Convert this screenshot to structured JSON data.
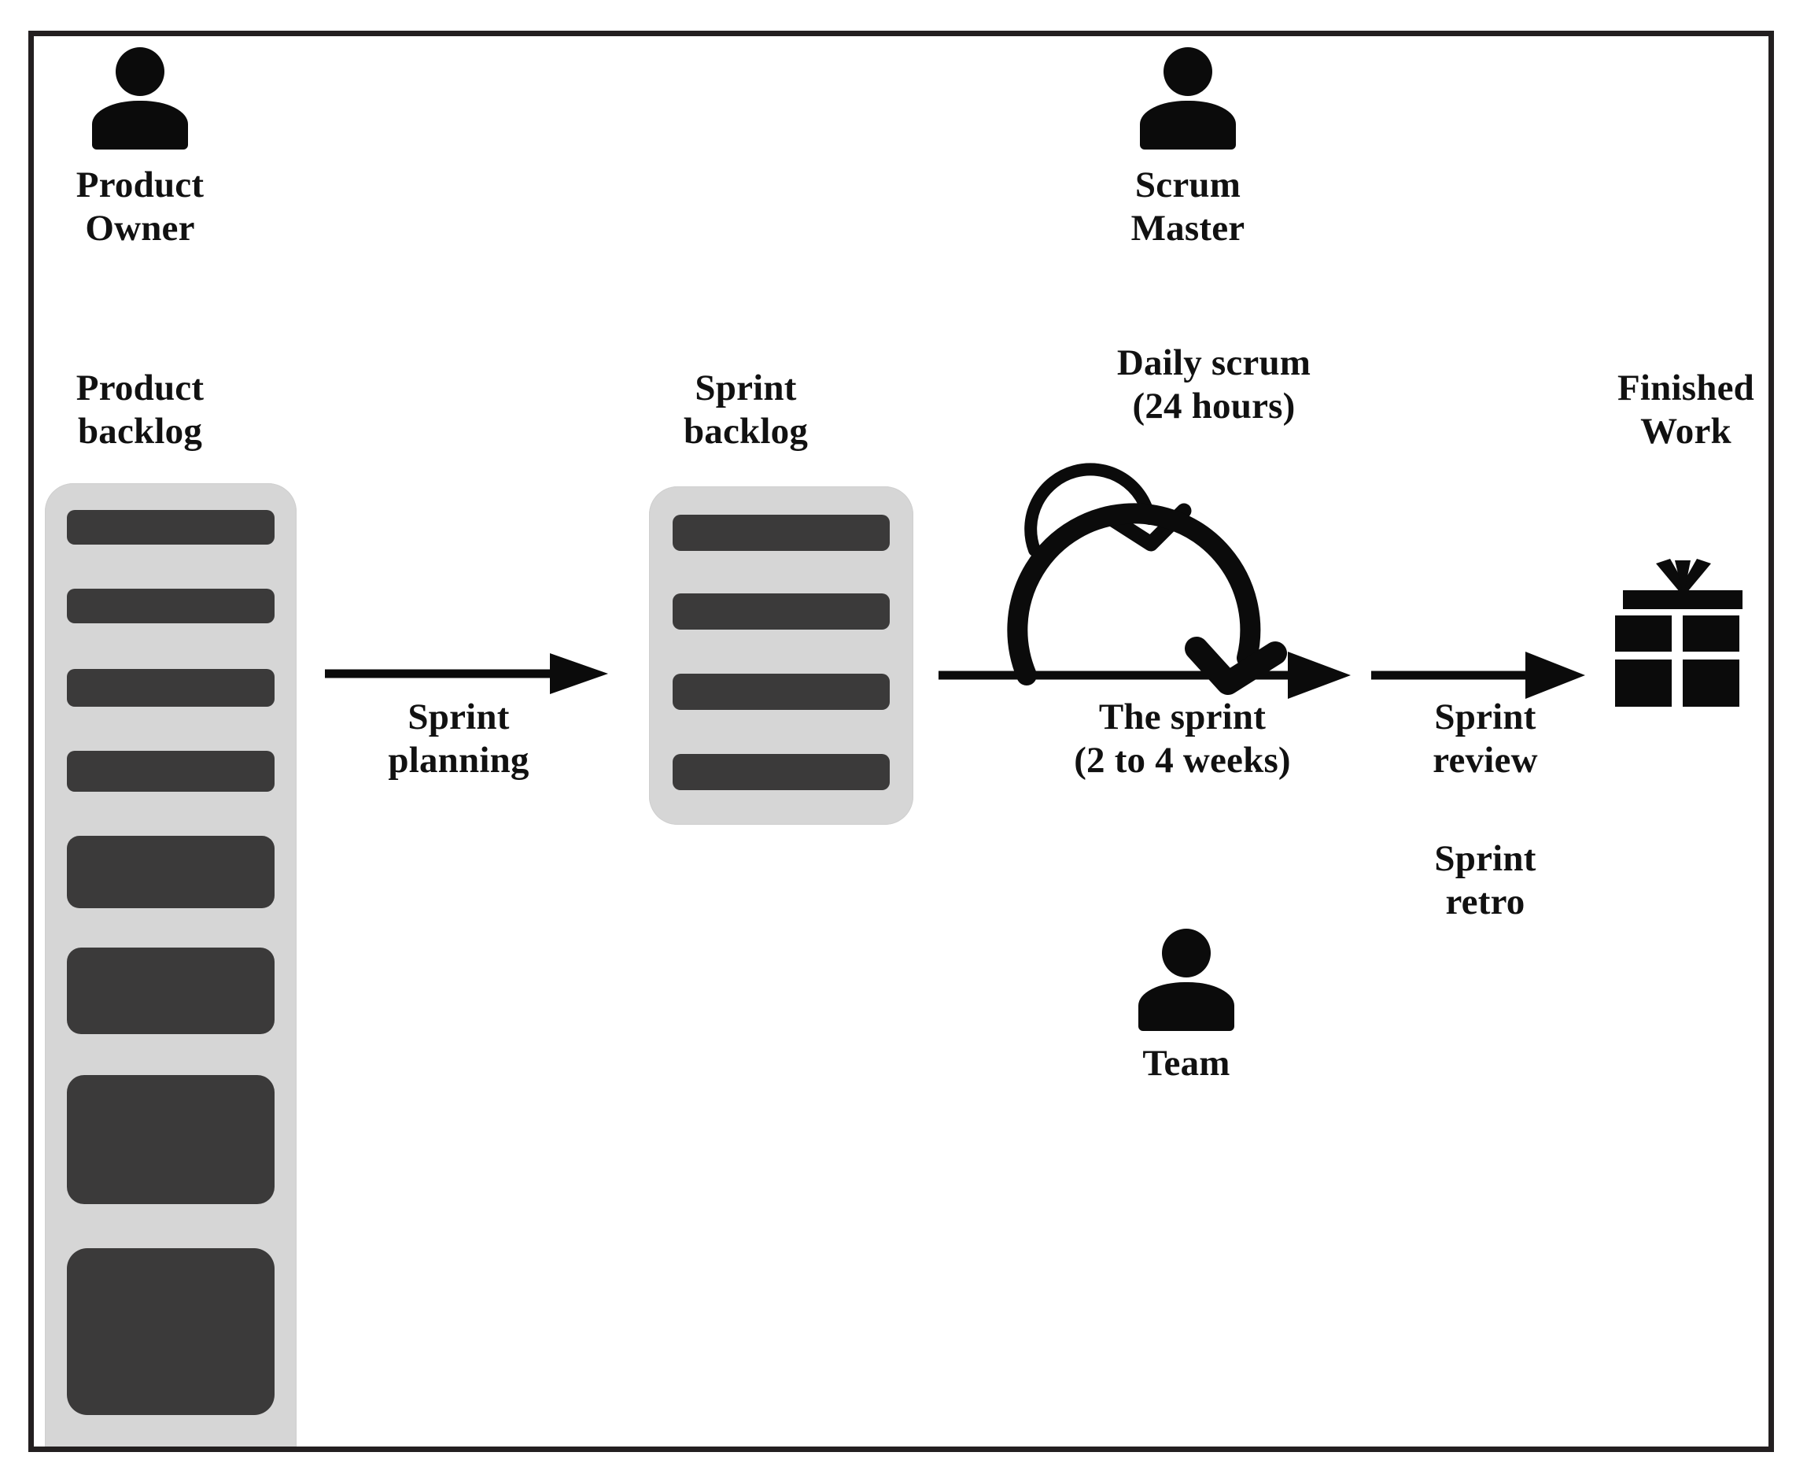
{
  "diagram": {
    "title": "Scrum framework process flow",
    "roles": [
      {
        "name": "product-owner",
        "label_line1": "Product",
        "label_line2": "Owner",
        "icon": "person-icon"
      },
      {
        "name": "scrum-master",
        "label_line1": "Scrum",
        "label_line2": "Master",
        "icon": "person-icon"
      },
      {
        "name": "team",
        "label_line1": "Team",
        "label_line2": "",
        "icon": "person-icon"
      }
    ],
    "artifacts": [
      {
        "name": "product-backlog",
        "label_line1": "Product",
        "label_line2": "backlog",
        "item_count": 8
      },
      {
        "name": "sprint-backlog",
        "label_line1": "Sprint",
        "label_line2": "backlog",
        "item_count": 4
      },
      {
        "name": "finished-work",
        "label_line1": "Finished",
        "label_line2": "Work",
        "icon": "gift-icon"
      }
    ],
    "events": [
      {
        "name": "sprint-planning",
        "label_line1": "Sprint",
        "label_line2": "planning"
      },
      {
        "name": "daily-scrum",
        "label_line1": "Daily scrum",
        "label_line2": "(24 hours)"
      },
      {
        "name": "the-sprint",
        "label_line1": "The sprint",
        "label_line2": "(2 to 4 weeks)"
      },
      {
        "name": "sprint-review",
        "label_line1": "Sprint",
        "label_line2": "review"
      },
      {
        "name": "sprint-retro",
        "label_line1": "Sprint",
        "label_line2": "retro"
      }
    ],
    "colors": {
      "border": "#231f20",
      "ink": "#0b0b0b",
      "tray": "#d6d6d6",
      "card": "#3b3a3a",
      "background": "#ffffff"
    }
  }
}
